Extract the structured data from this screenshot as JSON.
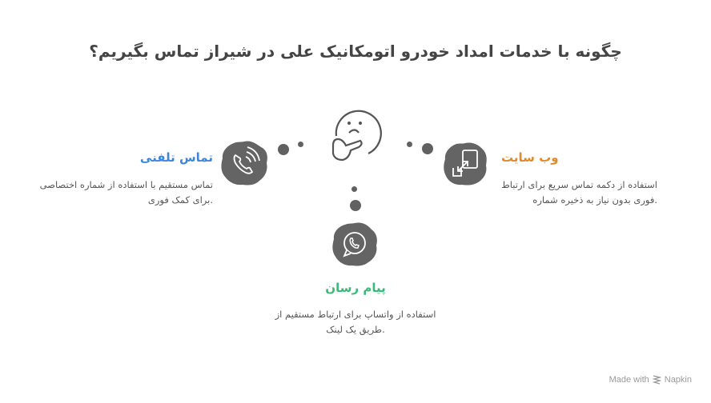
{
  "title": "چگونه با خدمات امداد خودرو اتومکانیک علی در شیراز تماس بگیریم؟",
  "center": {
    "icon": "thinking-face-icon"
  },
  "items": [
    {
      "id": "phone",
      "heading": "تماس تلفنی",
      "color": "#3f86d8",
      "description_lines": [
        "تماس مستقیم با استفاده از شماره اختصاصی",
        ".برای کمک فوری"
      ],
      "icon": "phone-call-icon"
    },
    {
      "id": "website",
      "heading": "وب سایت",
      "color": "#e08a2e",
      "description_lines": [
        "استفاده از دکمه تماس سریع برای ارتباط",
        ".فوری بدون نیاز به ذخیره شماره"
      ],
      "icon": "device-transfer-icon"
    },
    {
      "id": "messenger",
      "heading": "پیام رسان",
      "color": "#3cb878",
      "description_lines": [
        "استفاده از واتساپ برای ارتباط مستقیم از",
        ".طریق یک لینک"
      ],
      "icon": "whatsapp-icon"
    }
  ],
  "colors": {
    "blob": "#646464",
    "dot": "#616161",
    "title": "#444444"
  },
  "footer": {
    "made_with": "Made with",
    "brand": "Napkin"
  }
}
